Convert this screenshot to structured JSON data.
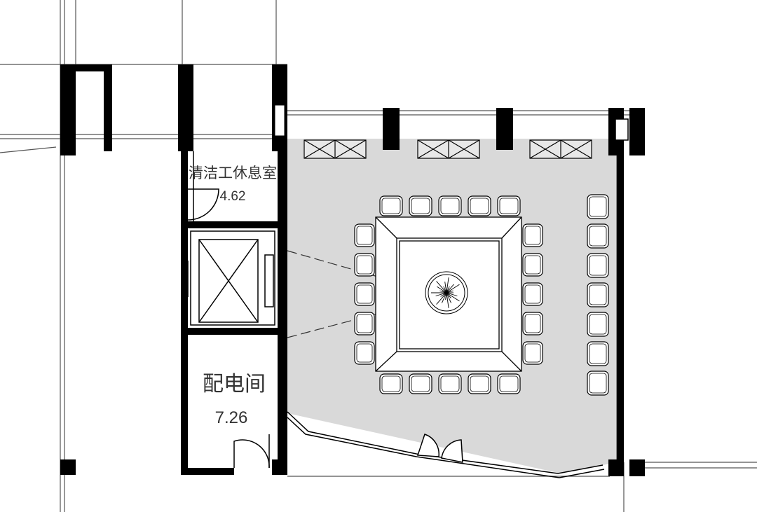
{
  "rooms": {
    "cleaning_rest_room": {
      "name": "清洁工休息室",
      "area": "4.62"
    },
    "electrical_room": {
      "name": "配电间",
      "area": "7.26"
    }
  },
  "colors": {
    "wall": "#000000",
    "line": "#222222",
    "floor_fill": "#d9d9d9",
    "background": "#ffffff"
  },
  "counts": {
    "chairs_top_row": 5,
    "chairs_bottom_row": 5,
    "chairs_left_column": 5,
    "chairs_right_column": 5,
    "chairs_far_right_column": 7
  }
}
